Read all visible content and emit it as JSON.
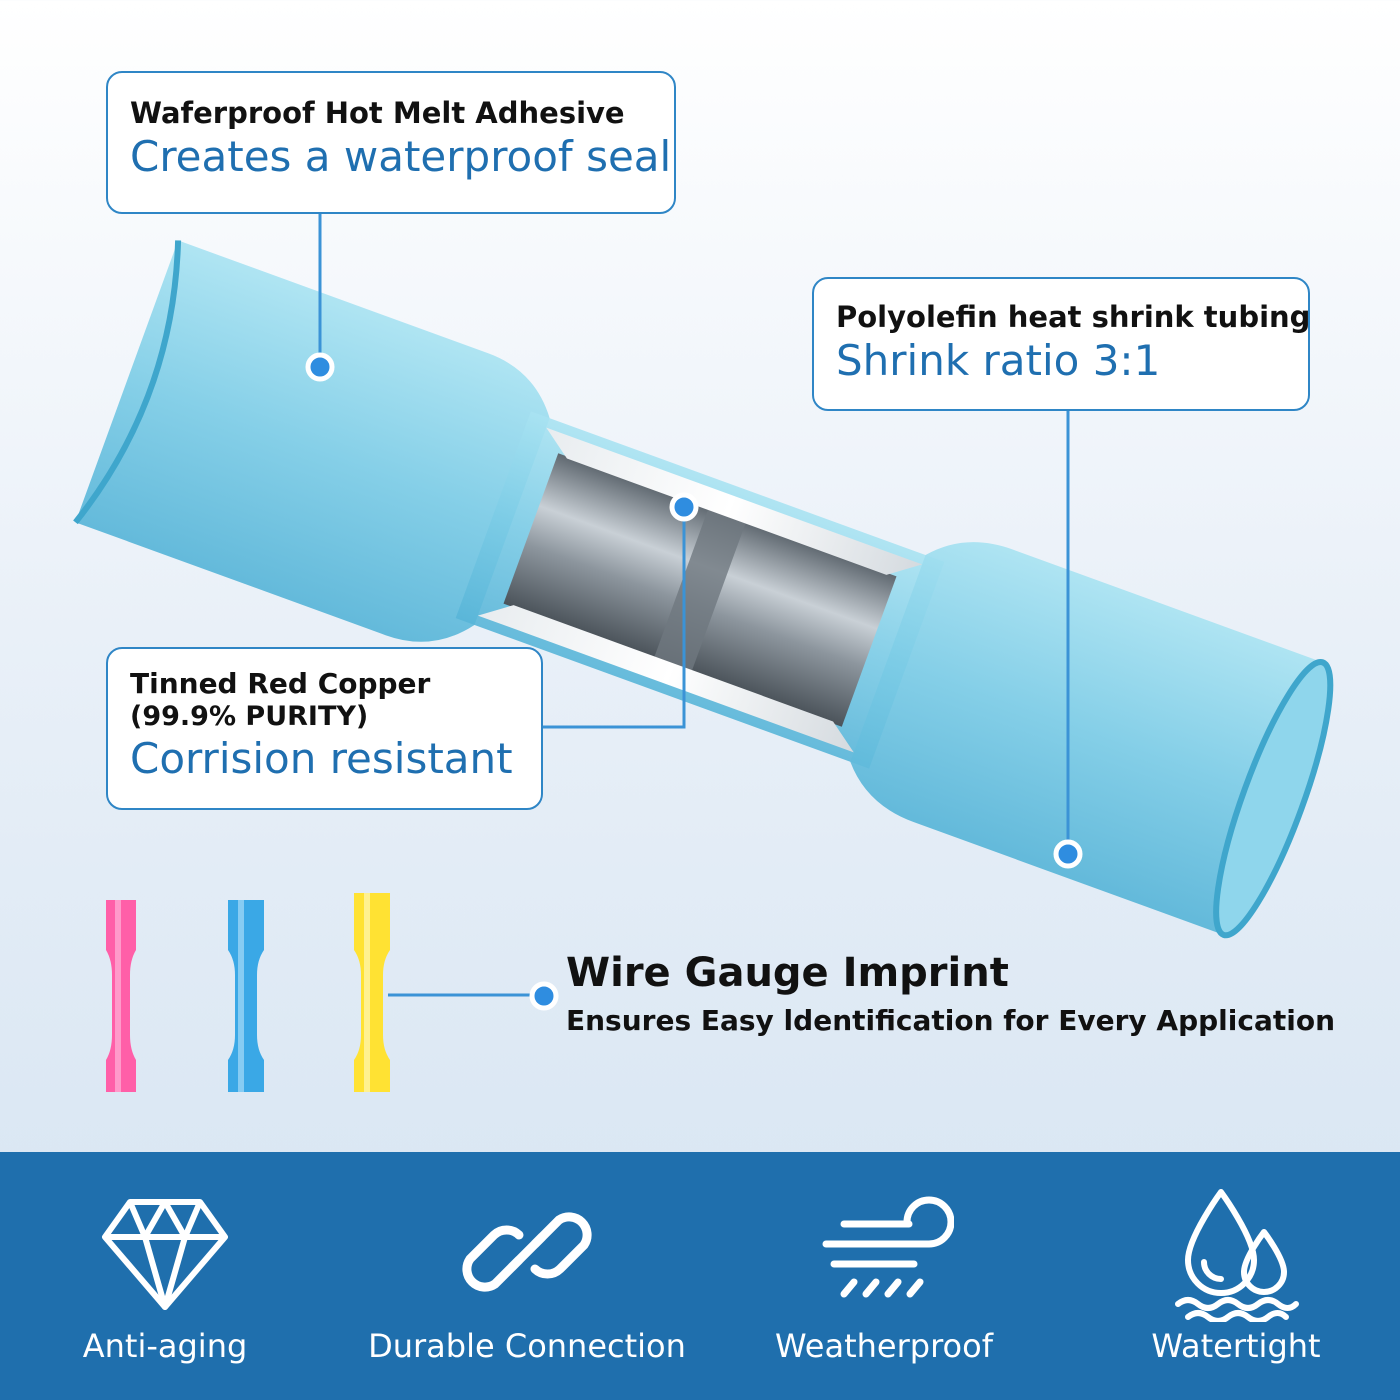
{
  "callouts": {
    "adhesive": {
      "kicker": "Waferproof Hot Melt Adhesive",
      "headline": "Creates a waterproof seal"
    },
    "tubing": {
      "kicker": "Polyolefin heat shrink tubing",
      "headline": "Shrink ratio 3:1"
    },
    "copper": {
      "kicker": "Tinned Red Copper",
      "sub": "(99.9% PURITY)",
      "headline": "Corrision resistant"
    }
  },
  "gauge": {
    "title": "Wire Gauge Imprint",
    "subtitle": "Ensures Easy ldentification for Every Application"
  },
  "colors": {
    "accent": "#2f86c6",
    "band": "#1f6fad",
    "tube_blue": "#7ccce6",
    "connector_pink": "#ff5fa8",
    "connector_blue": "#3aa8e6",
    "connector_yellow": "#ffe233"
  },
  "features": [
    {
      "label": "Anti-aging",
      "icon": "diamond-icon"
    },
    {
      "label": "Durable Connection",
      "icon": "chain-link-icon"
    },
    {
      "label": "Weatherproof",
      "icon": "wind-rain-icon"
    },
    {
      "label": "Watertight",
      "icon": "water-drops-icon"
    }
  ]
}
